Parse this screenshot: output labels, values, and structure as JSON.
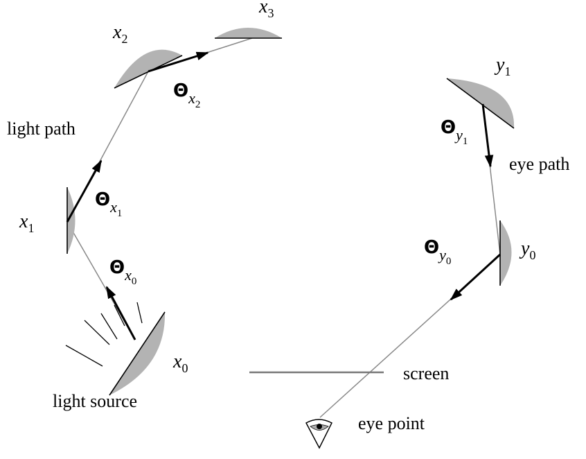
{
  "labels": {
    "light_path": "light path",
    "eye_path": "eye path",
    "light_source": "light source",
    "screen": "screen",
    "eye_point": "eye point"
  },
  "vertices": {
    "x0": {
      "base": "x",
      "sub": "0"
    },
    "x1": {
      "base": "x",
      "sub": "1"
    },
    "x2": {
      "base": "x",
      "sub": "2"
    },
    "x3": {
      "base": "x",
      "sub": "3"
    },
    "y0": {
      "base": "y",
      "sub": "0"
    },
    "y1": {
      "base": "y",
      "sub": "1"
    }
  },
  "directions": {
    "theta_x0": {
      "symbol": "Θ",
      "base": "x",
      "sub": "0"
    },
    "theta_x1": {
      "symbol": "Θ",
      "base": "x",
      "sub": "1"
    },
    "theta_x2": {
      "symbol": "Θ",
      "base": "x",
      "sub": "2"
    },
    "theta_y0": {
      "symbol": "Θ",
      "base": "y",
      "sub": "0"
    },
    "theta_y1": {
      "symbol": "Θ",
      "base": "y",
      "sub": "1"
    }
  },
  "colors": {
    "surface_fill": "#b3b3b3",
    "path_line": "#888888",
    "ink": "#000000"
  }
}
